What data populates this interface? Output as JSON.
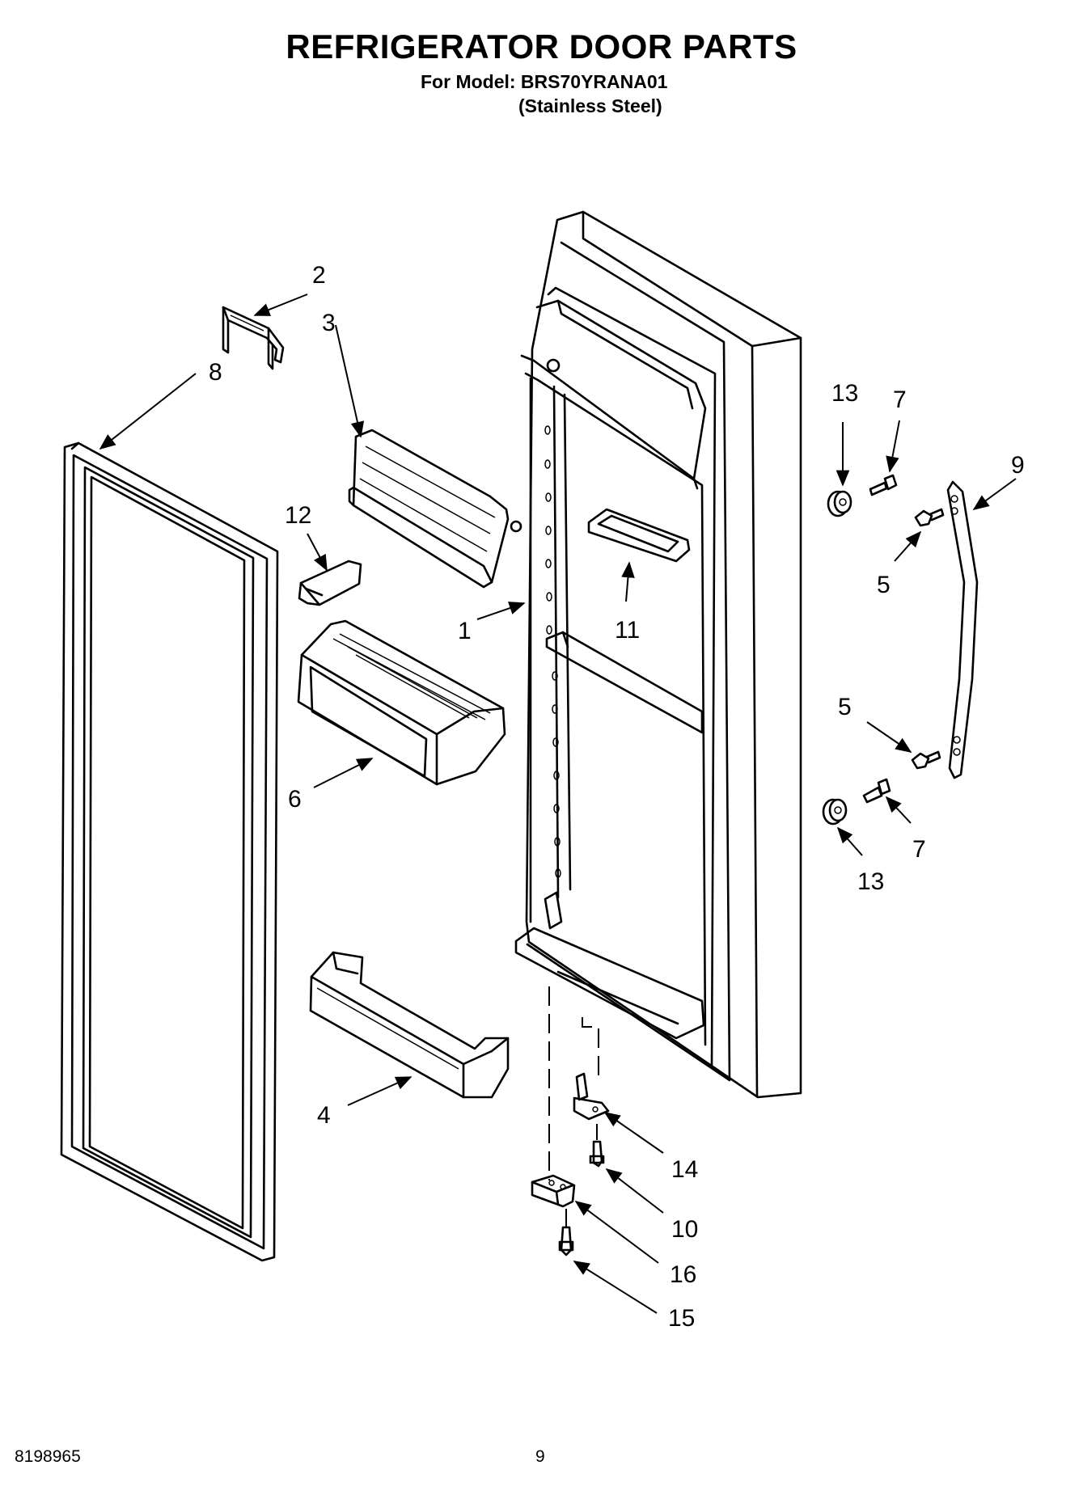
{
  "header": {
    "title": "REFRIGERATOR DOOR PARTS",
    "model_line": "For Model: BRS70YRANA01",
    "finish_line": "(Stainless Steel)"
  },
  "footer": {
    "doc_number": "8198965",
    "page_number": "9"
  },
  "callouts": {
    "c1": "1",
    "c2": "2",
    "c3": "3",
    "c4": "4",
    "c5a": "5",
    "c5b": "5",
    "c6": "6",
    "c7a": "7",
    "c7b": "7",
    "c8": "8",
    "c9": "9",
    "c10": "10",
    "c11": "11",
    "c12": "12",
    "c13a": "13",
    "c13b": "13",
    "c14": "14",
    "c15": "15",
    "c16": "16"
  }
}
